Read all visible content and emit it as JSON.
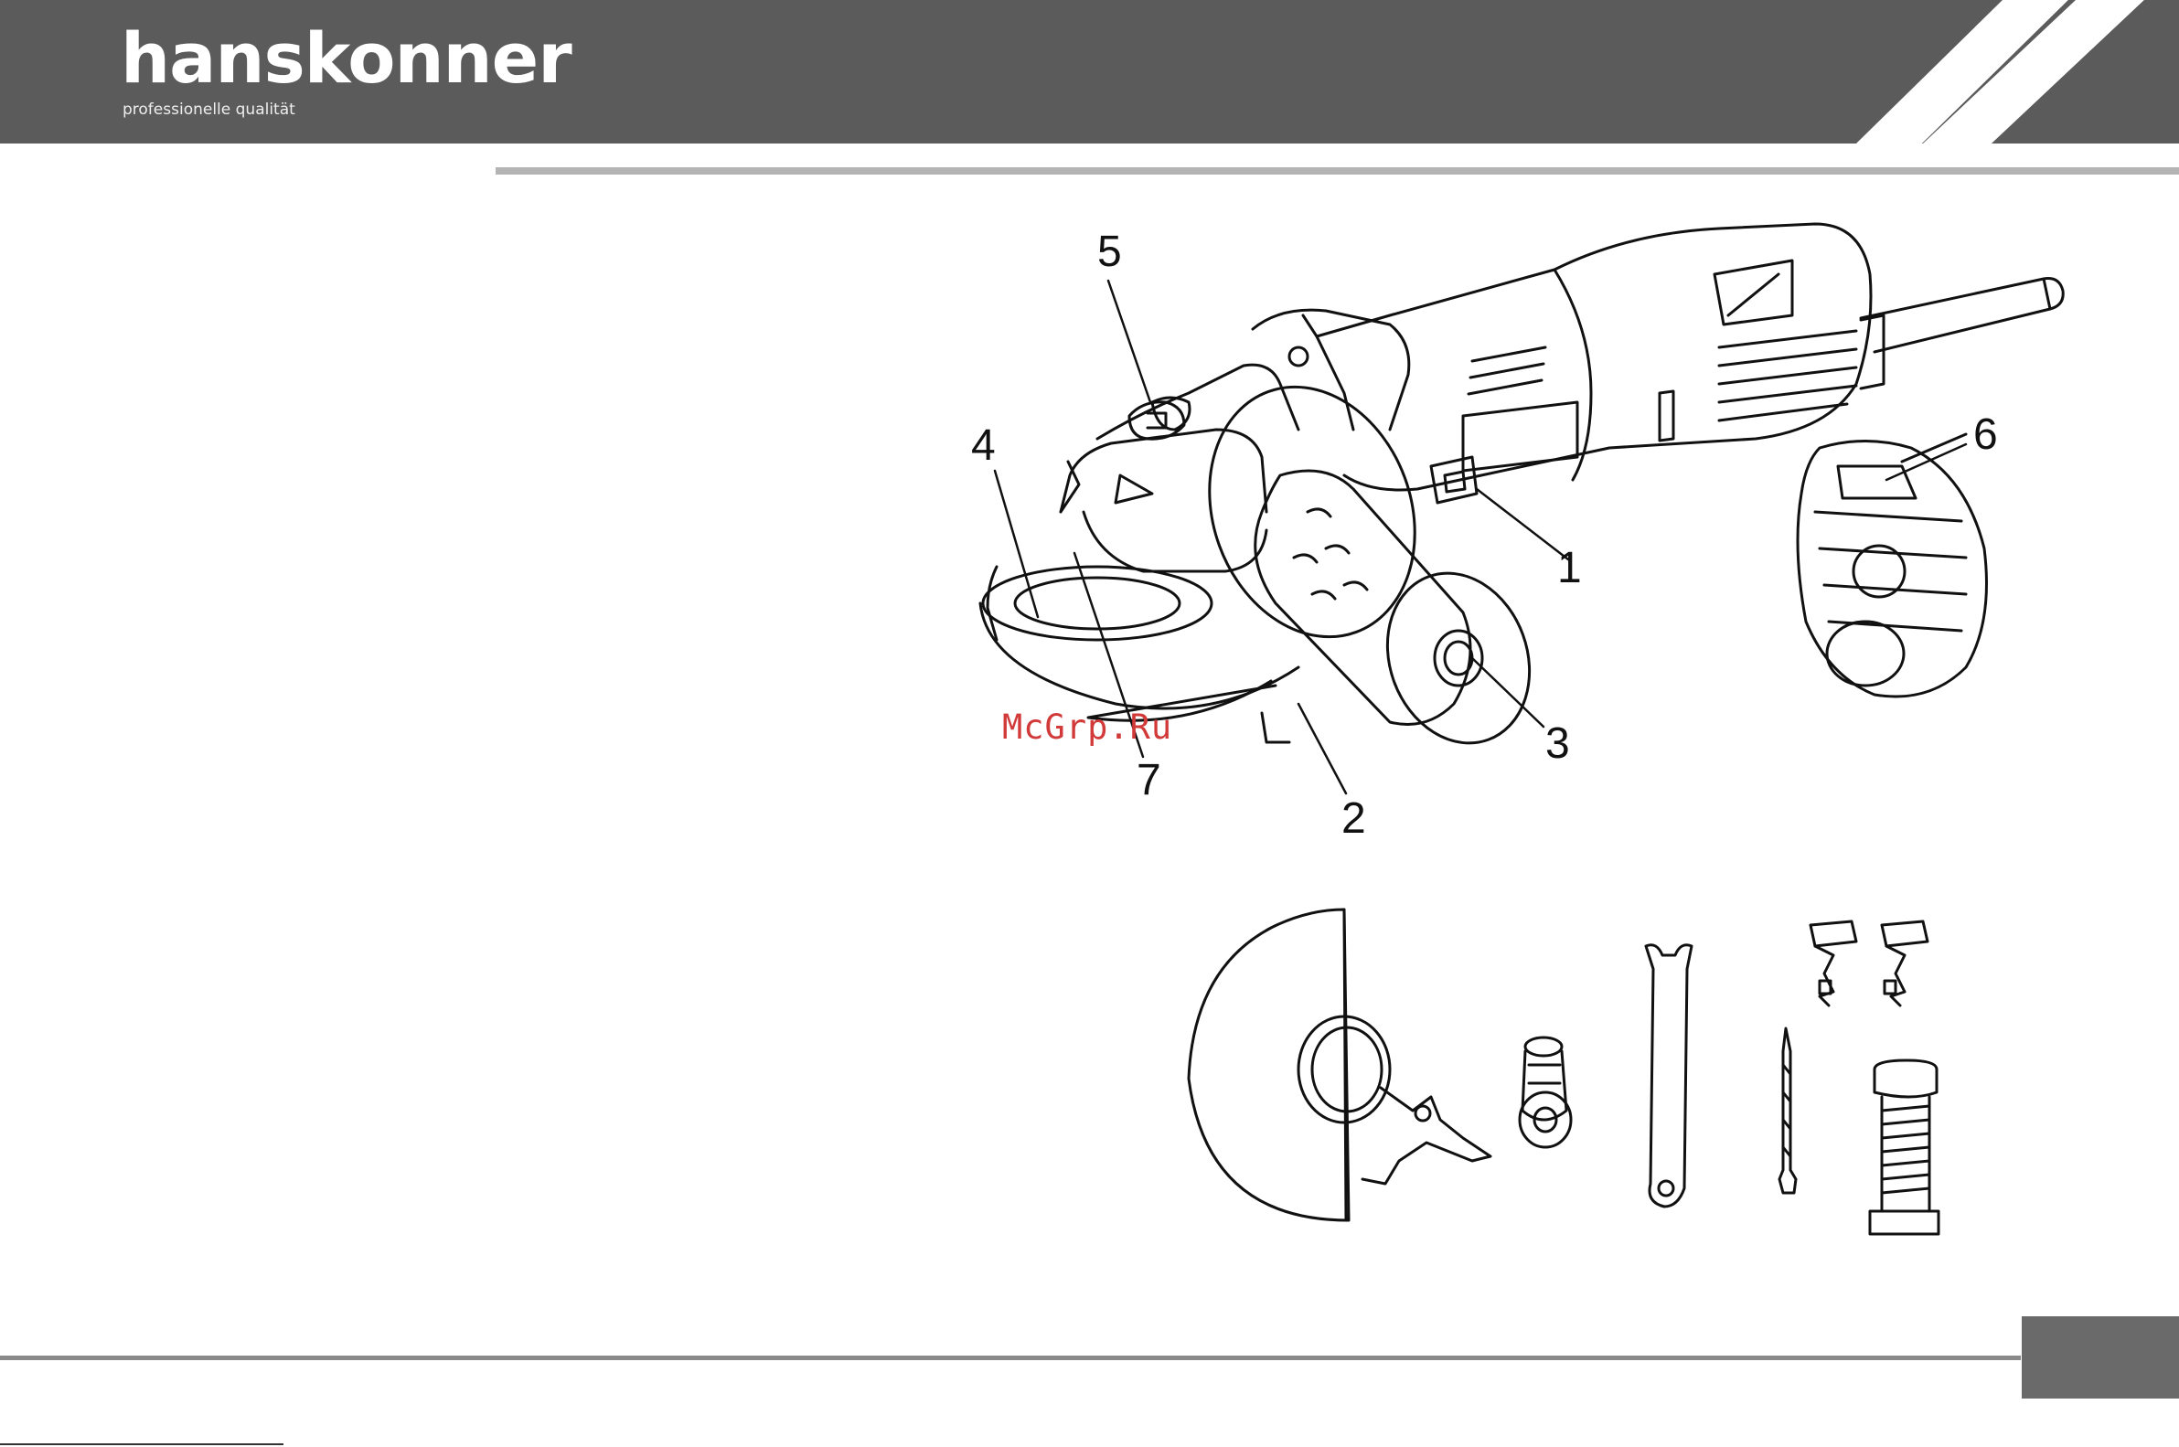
{
  "brand": {
    "name": "hanskonner",
    "tagline": "professionelle qualität"
  },
  "figure": {
    "callouts": [
      "1",
      "2",
      "3",
      "4",
      "5",
      "6",
      "7"
    ]
  },
  "watermark": "McGrp.Ru",
  "colors": {
    "header": "#5b5b5b",
    "rule": "#b4b4b4",
    "watermark": "#d23a3a"
  }
}
